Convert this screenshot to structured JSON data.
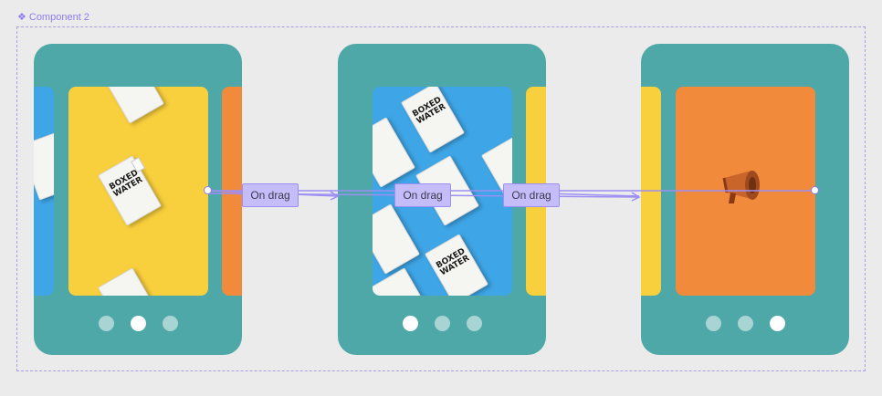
{
  "component": {
    "label": "Component 2",
    "icon": "component-icon"
  },
  "cards": [
    {
      "name": "card-1",
      "active_dot": 1
    },
    {
      "name": "card-2",
      "active_dot": 0
    },
    {
      "name": "card-3",
      "active_dot": 2
    }
  ],
  "carton_text": "BOXED\nWATER",
  "triggers": [
    {
      "label": "On drag"
    },
    {
      "label": "On drag"
    },
    {
      "label": "On drag"
    }
  ],
  "colors": {
    "card": "#4fa8a8",
    "yellow": "#f8cf3c",
    "blue": "#3ea5e6",
    "orange": "#f28a3c",
    "wire": "#9d8ef4"
  }
}
